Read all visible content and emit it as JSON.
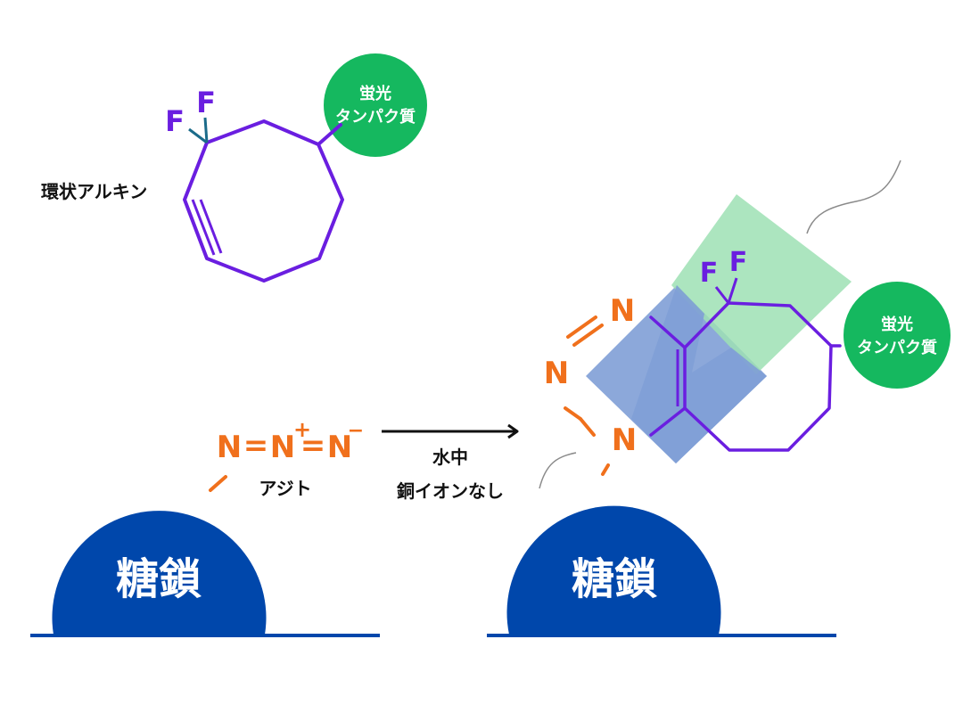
{
  "labels": {
    "cyclic_alkyne": "環状アルキン",
    "azide": "アジト",
    "sugar_chain": "糖鎖",
    "fluor_line1": "蛍光",
    "fluor_line2": "タンパク質",
    "condition_line1": "水中",
    "condition_line2": "銅イオンなし",
    "fluorine": "F",
    "nitrogen": "N",
    "plus": "+",
    "minus": "−",
    "azide_eq1": "=",
    "azide_eq2": "="
  },
  "colors": {
    "purple": "#6a1ee0",
    "orange": "#f0701c",
    "navy": "#0047ab",
    "green": "#15b85f",
    "light_green": "#9ee0b4",
    "steel_blue": "#7f9fd6",
    "black": "#111111",
    "gray": "#8a8a8a",
    "teal": "#1b6b8a"
  }
}
